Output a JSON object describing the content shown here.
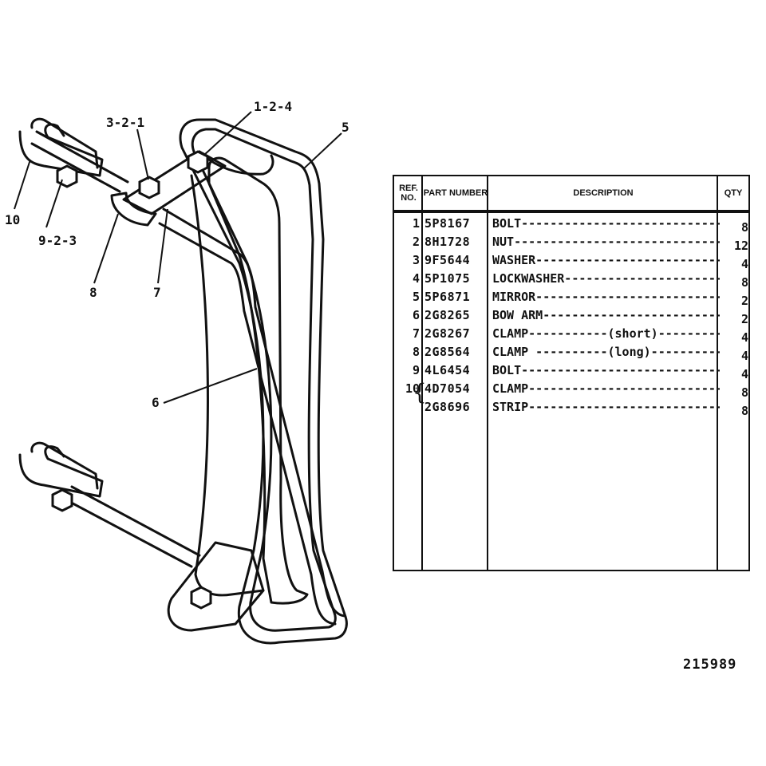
{
  "callouts": {
    "c_1_2_4": "1-2-4",
    "c_3_2_1": "3-2-1",
    "c_5": "5",
    "c_10": "10",
    "c_9_2_3": "9-2-3",
    "c_8": "8",
    "c_7": "7",
    "c_6": "6"
  },
  "table": {
    "headers": {
      "ref": "REF. NO.",
      "part": "PART NUMBER",
      "description": "DESCRIPTION",
      "qty": "QTY"
    },
    "rows": [
      {
        "ref": "1",
        "part": "5P8167",
        "desc": "BOLT----------------------------------",
        "qty": "8"
      },
      {
        "ref": "2",
        "part": "8H1728",
        "desc": "NUT-----------------------------------",
        "qty": "12"
      },
      {
        "ref": "3",
        "part": "9F5644",
        "desc": "WASHER--------------------------------",
        "qty": "4"
      },
      {
        "ref": "4",
        "part": "5P1075",
        "desc": "LOCKWASHER----------------------------",
        "qty": "8"
      },
      {
        "ref": "5",
        "part": "5P6871",
        "desc": "MIRROR--------------------------------",
        "qty": "2"
      },
      {
        "ref": "6",
        "part": "2G8265",
        "desc": "BOW ARM-------------------------------",
        "qty": "2"
      },
      {
        "ref": "7",
        "part": "2G8267",
        "desc": "CLAMP-----------(short)---------------",
        "qty": "4"
      },
      {
        "ref": "8",
        "part": "2G8564",
        "desc": "CLAMP ----------(long)----------------",
        "qty": "4"
      },
      {
        "ref": "9",
        "part": "4L6454",
        "desc": "BOLT----------------------------------",
        "qty": "4"
      },
      {
        "ref": "10",
        "part": "4D7054",
        "desc": "CLAMP---------------------------------",
        "qty": "8"
      },
      {
        "ref": "",
        "part": "2G8696",
        "desc": "STRIP---------------------------------",
        "qty": "8"
      }
    ]
  },
  "figure_number": "215989"
}
